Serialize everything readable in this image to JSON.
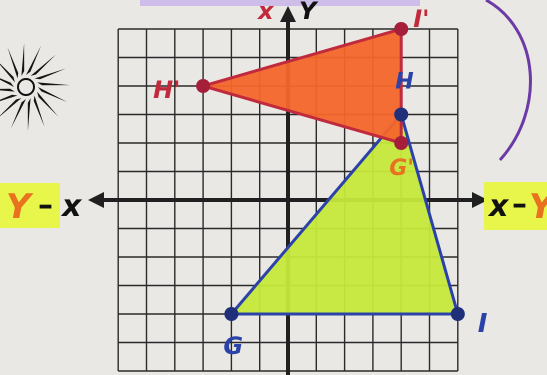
{
  "axes": {
    "x_left_label_y": "Y",
    "x_left_label_x": "x",
    "x_right_label_x": "x",
    "x_right_label_y": "Y",
    "y_top_label_x": "x",
    "y_top_label_y": "Y"
  },
  "grid": {
    "x_range": [
      -6,
      6
    ],
    "y_range": [
      -6,
      6
    ],
    "x_cells": 12,
    "y_cells": 12
  },
  "original_triangle": {
    "fill": "#c6e83a",
    "stroke": "#2b43a8",
    "vertices": {
      "G": {
        "label": "G",
        "x": -2,
        "y": -4
      },
      "H": {
        "label": "H",
        "x": 4,
        "y": 3
      },
      "I": {
        "label": "I",
        "x": 6,
        "y": -4
      }
    }
  },
  "image_triangle": {
    "fill": "#f4662b",
    "stroke": "#c02a3c",
    "vertices": {
      "G_prime": {
        "label": "G'",
        "x": 4,
        "y": 2
      },
      "H_prime": {
        "label": "H'",
        "x": -3,
        "y": 4
      },
      "I_prime": {
        "label": "I'",
        "x": 4,
        "y": 6
      }
    }
  },
  "colors": {
    "grid_line": "#2a2a2a",
    "axis": "#202020",
    "highlight": "#e8f54a",
    "label_red": "#c02a3c",
    "label_blue": "#2b43a8",
    "background": "#e9e8e4",
    "label_orange": "#e8721f",
    "arc": "#6b3aa6"
  },
  "decoration": {
    "icon": "sun-swirl-icon"
  }
}
